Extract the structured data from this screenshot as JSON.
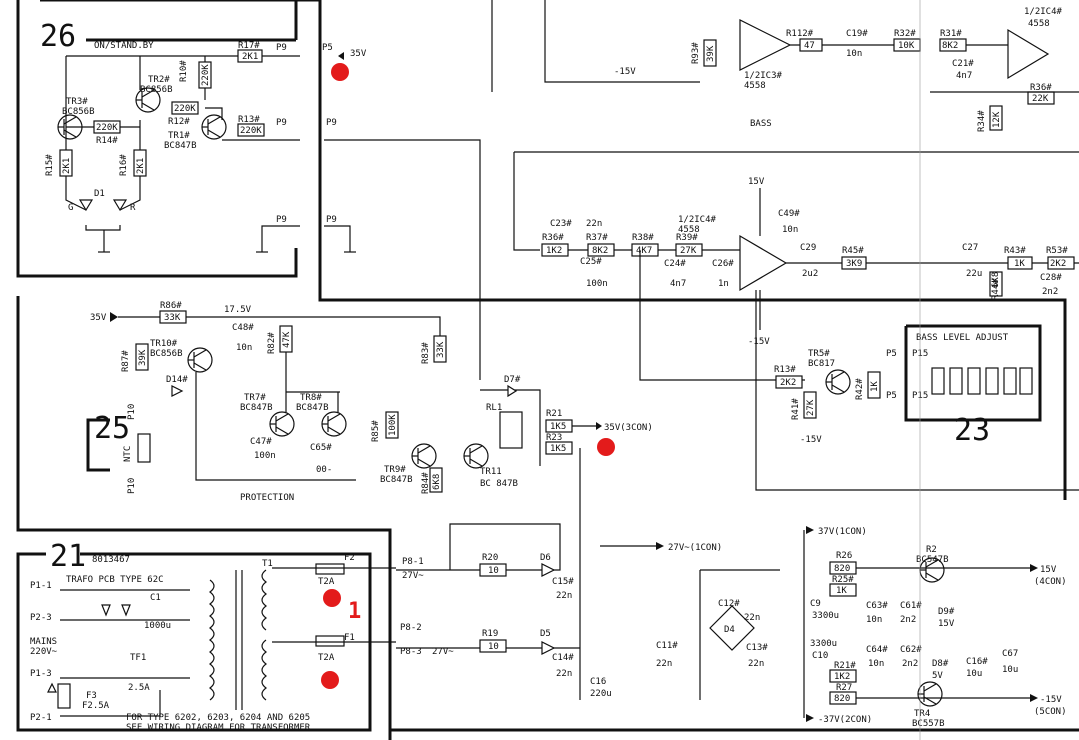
{
  "blocks": {
    "b26": {
      "num": "26",
      "title": "ON/STAND.BY"
    },
    "b25": {
      "num": "25",
      "ntc": "NTC"
    },
    "b23": {
      "num": "23",
      "title": "BASS LEVEL ADJUST"
    },
    "b21": {
      "num": "21",
      "code": "8013467",
      "title": "TRAFO PCB TYPE 62C",
      "mains": "MAINS",
      "volt": "220V~",
      "note1": "FOR TYPE 6202, 6203, 6204 AND 6205",
      "note2": "SEE WIRING DIAGRAM FOR TRANSFORMER"
    }
  },
  "labels": {
    "bass": "BASS",
    "protection": "PROTECTION",
    "v35": "35V",
    "v35in": "35V",
    "v35con": "35V(3CON)",
    "v17_5": "17.5V",
    "v15a": "15V",
    "vm15a": "-15V",
    "vm15b": "-15V",
    "vm15c": "-15V",
    "v27ac": "27V~(1CON)",
    "v37": "37V(1CON)",
    "vm37": "-37V(2CON)",
    "v15out": "15V",
    "v15out_con": "(4CON)",
    "vm15out": "-15V",
    "vm15out_con": "(5CON)",
    "p81": "P8-1",
    "p82": "P8-2",
    "p83": "P8-3",
    "v27a": "27V~",
    "v27b": "27V~",
    "p11": "P1-1",
    "p23": "P2-3",
    "p13": "P1-3",
    "p21": "P2-1",
    "p9": "P9",
    "p5": "P5",
    "p15": "P15",
    "p10": "P10",
    "g": "G",
    "r": "R",
    "d1": "D1",
    "t1": "T1"
  },
  "components": {
    "r17": "R17#",
    "r17v": "2K1",
    "r10": "R10#",
    "r10v": "220K",
    "r12": "R12#",
    "r12v": "220K",
    "r13": "R13#",
    "r13v": "220K",
    "r14": "R14#",
    "r14v": "220K",
    "r15": "R15#",
    "r15v": "2K1",
    "r16": "R16#",
    "r16v": "2K1",
    "tr1": "TR1#",
    "tr1t": "BC847B",
    "tr2": "TR2#",
    "tr2t": "BC856B",
    "tr3": "TR3#",
    "tr3t": "BC856B",
    "r86": "R86#",
    "r86v": "33K",
    "r87": "R87#",
    "r87v": "39K",
    "tr10": "TR10#",
    "tr10t": "BC856B",
    "d14": "D14#",
    "c48": "C48#",
    "c48v": "10n",
    "r82": "R82#",
    "r82v": "47K",
    "tr7": "TR7#",
    "tr7t": "BC847B",
    "tr8": "TR8#",
    "tr8t": "BC847B",
    "c47": "C47#",
    "c47v": "100n",
    "c65": "C65#",
    "c65v": "00-",
    "r85": "R85#",
    "r85v": "100K",
    "r83": "R83#",
    "r83v": "33K",
    "tr9": "TR9#",
    "tr9t": "BC847B",
    "r84": "R84#",
    "r84v": "6K8",
    "tr11": "TR11",
    "tr11t": "BC 847B",
    "d7": "D7#",
    "rl1": "RL1",
    "r21": "R21",
    "r21v": "1K5",
    "r23": "R23",
    "r23v": "1K5",
    "r112": "R112#",
    "r112v": "47",
    "c19": "C19#",
    "c19v": "10n",
    "r32": "R32#",
    "r32v": "10K",
    "r31": "R31#",
    "r31v": "8K2",
    "c21": "C21#",
    "c21v": "4n7",
    "ic3": "1/2IC3#",
    "ic3t": "4558",
    "ic4a": "1/2IC4#",
    "ic4at": "4558",
    "r93": "R93#",
    "r93v": "39K",
    "r36a": "R36#",
    "r36av": "22K",
    "r34": "R34#",
    "r34v": "12K",
    "c23": "C23#",
    "c23v": "22n",
    "r36": "R36#",
    "r36v": "1K2",
    "r37": "R37#",
    "r37v": "8K2",
    "r38": "R38#",
    "r38v": "4K7",
    "r39": "R39#",
    "r39v": "27K",
    "c25": "C25#",
    "c25v": "100n",
    "c24": "C24#",
    "c24v": "4n7",
    "c26": "C26#",
    "c26v": "1n",
    "ic4": "1/2IC4#",
    "ic4t": "4558",
    "c49": "C49#",
    "c49v": "10n",
    "c29": "C29",
    "c29v": "2u2",
    "r45": "R45#",
    "r45v": "3K9",
    "c27": "C27",
    "c27v": "22u",
    "r43": "R43#",
    "r43v": "1K",
    "r53": "R53#",
    "r53v": "2K2",
    "r44": "R44#",
    "r44v": "6K8",
    "c28": "C28#",
    "c28v": "2n2",
    "tr5": "TR5#",
    "tr5t": "BC817",
    "r13b": "R13#",
    "r13bv": "2K2",
    "r41": "R41#",
    "r41v": "27K",
    "r42": "R42#",
    "r42v": "1K",
    "f2": "F2",
    "f2v": "T2A",
    "f1": "F1",
    "f1v": "T2A",
    "f3": "F3",
    "f3v": "F2.5A",
    "tf1": "TF1",
    "tf1v": "2.5A",
    "c1": "C1",
    "c1v": "1000u",
    "r20": "R20",
    "r20v": "10",
    "r19": "R19",
    "r19v": "10",
    "d6": "D6",
    "d5": "D5",
    "c15": "C15#",
    "c15v": "22n",
    "c14": "C14#",
    "c14v": "22n",
    "c16": "C16",
    "c16v": "220u",
    "c11": "C11#",
    "c11v": "22n",
    "c12": "C12#",
    "c12v": "22n",
    "c13": "C13#",
    "c13v": "22n",
    "d4": "D4",
    "c9": "C9",
    "c9v": "3300u",
    "c10": "C10",
    "c10v": "3300u",
    "r26": "R26",
    "r26v": "820",
    "r25": "R25#",
    "r25v": "1K",
    "c63": "C63#",
    "c63v": "10n",
    "c61": "C61#",
    "c61v": "2n2",
    "d9": "D9#",
    "d9v": "15V",
    "r2": "R2",
    "r2t": "BC547B",
    "r21b": "R21#",
    "r21bv": "1K2",
    "r27": "R27",
    "r27v": "820",
    "c64": "C64#",
    "c64v": "10n",
    "c62": "C62#",
    "c62v": "2n2",
    "d8": "D8#",
    "d8v": "5V",
    "c16b": "C16#",
    "c16bv": "10u",
    "c67": "C67",
    "c67v": "10u",
    "tr4": "TR4",
    "tr4t": "BC557B"
  },
  "markers": {
    "m1": "1"
  }
}
